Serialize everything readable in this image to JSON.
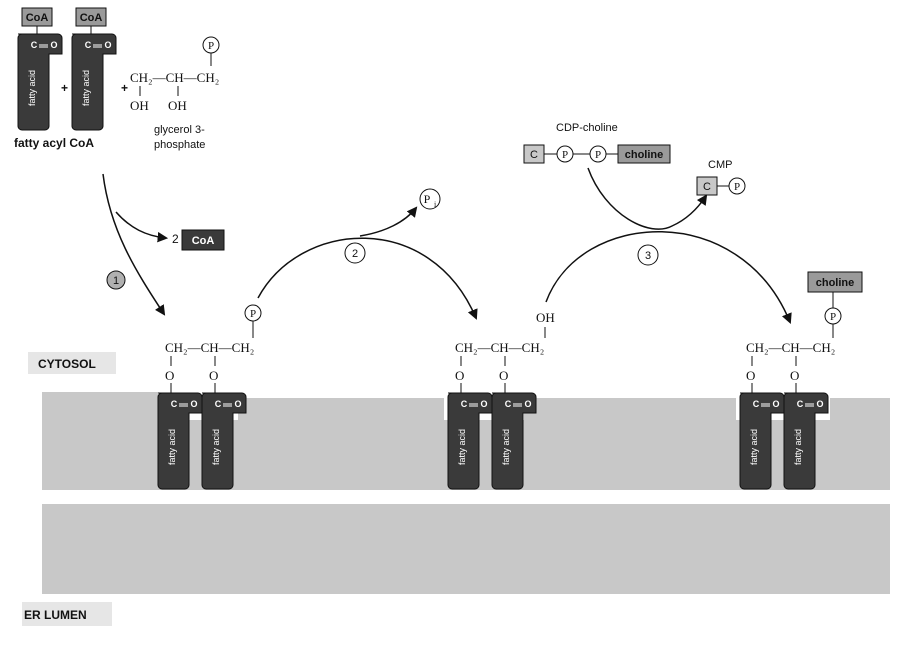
{
  "inputs": {
    "coa_tag": "CoA",
    "fatty_acid": "fatty acid",
    "plus": "+",
    "carbonyl_c": "C",
    "carbonyl_o": "O",
    "fatty_acyl_coa": "fatty acyl CoA",
    "glycerol_label_line1": "glycerol 3-",
    "glycerol_label_line2": "phosphate",
    "glycerol_chain": "CH₂—CH—CH₂",
    "oh": "OH",
    "phosphate": "P"
  },
  "steps": {
    "step1": "1",
    "step2": "2",
    "step3": "3",
    "coa_released_count": "2",
    "coa_released": "CoA",
    "pi": "P",
    "pi_sub": "i"
  },
  "cdp": {
    "label": "CDP-choline",
    "c": "C",
    "p": "P",
    "choline": "choline",
    "cmp_label": "CMP"
  },
  "products": {
    "chain": "CH₂—CH—CH₂",
    "o": "O",
    "oh": "OH",
    "choline": "choline"
  },
  "regions": {
    "cytosol": "CYTOSOL",
    "er_lumen": "ER LUMEN"
  },
  "colors": {
    "membrane": "#c8c8c8",
    "fatty_acid": "#3a3a3a",
    "tag_fill": "#9a9a9a",
    "step_circle": "#b0b0b0"
  }
}
